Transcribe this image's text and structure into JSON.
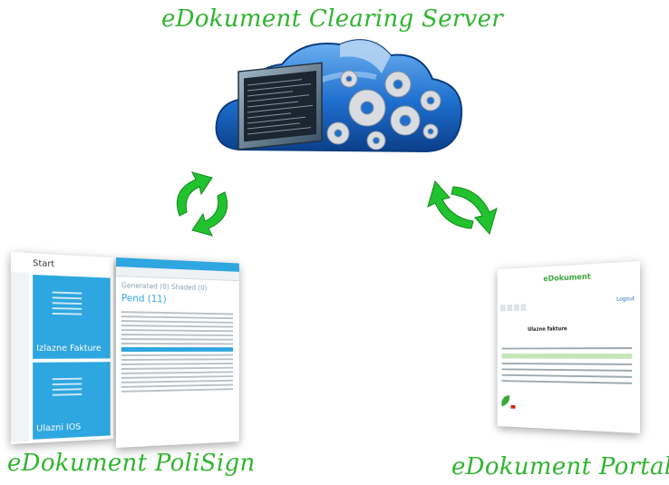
{
  "titles": {
    "server": "eDokument Clearing Server",
    "polisign": "eDokument PoliSign",
    "portal": "eDokument Portal"
  },
  "polisign_screen": {
    "start_label": "Start",
    "tiles": [
      "Izlazne Fakture",
      "Ulazni IOS"
    ],
    "tabs": "Generated (0)    Shaded (0)",
    "pending": "Pend (11)"
  },
  "portal_screen": {
    "brand": "eDokument",
    "logout": "Logout",
    "section": "Ulazne fakture"
  },
  "colors": {
    "title_green": "#2fb52f",
    "arrow_green": "#22c22e",
    "tile_blue": "#2ea6e0",
    "cloud_blue": "#1f6fcf",
    "gear_grey": "#d9dde2"
  }
}
